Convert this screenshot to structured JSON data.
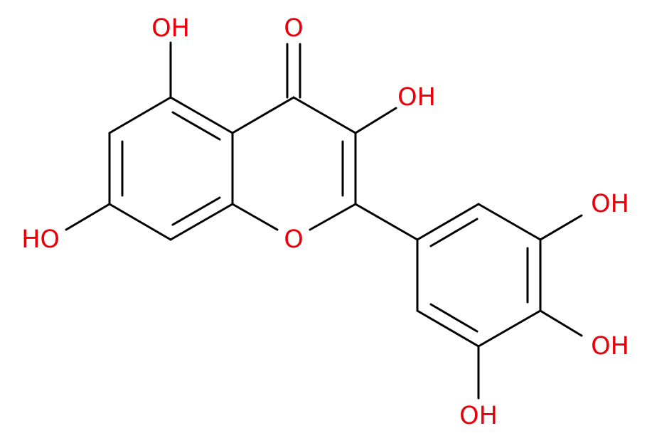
{
  "colors": {
    "bond": "#000000",
    "heteroatom": "#e8000b",
    "background": "#ffffff"
  },
  "atoms": {
    "oh_5": "OH",
    "o_4": "O",
    "oh_3": "OH",
    "oh_7": "HO",
    "o_1": "O",
    "oh_3p": "OH",
    "oh_4p": "OH",
    "oh_5p": "OH"
  }
}
